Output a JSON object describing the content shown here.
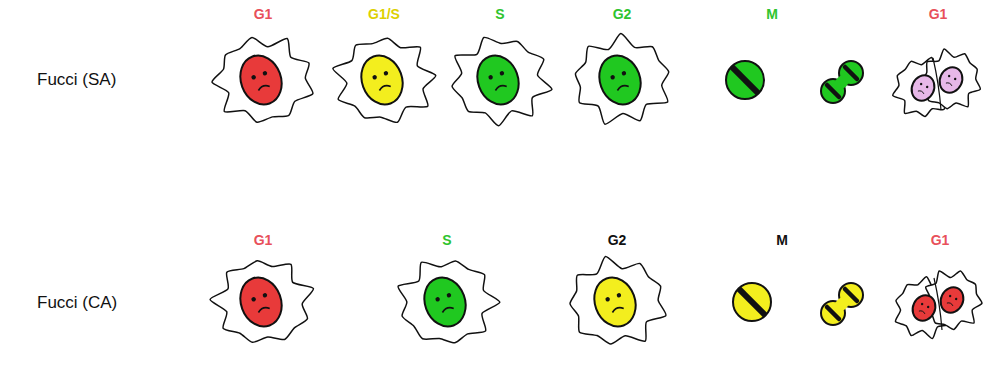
{
  "diagram": {
    "labels": [
      "Fucci (SA)",
      "G1",
      "G1/S",
      "S",
      "G2",
      "M",
      "G1",
      "Fucci (CA)",
      "G1",
      "S",
      "G2",
      "M",
      "G1"
    ]
  }
}
